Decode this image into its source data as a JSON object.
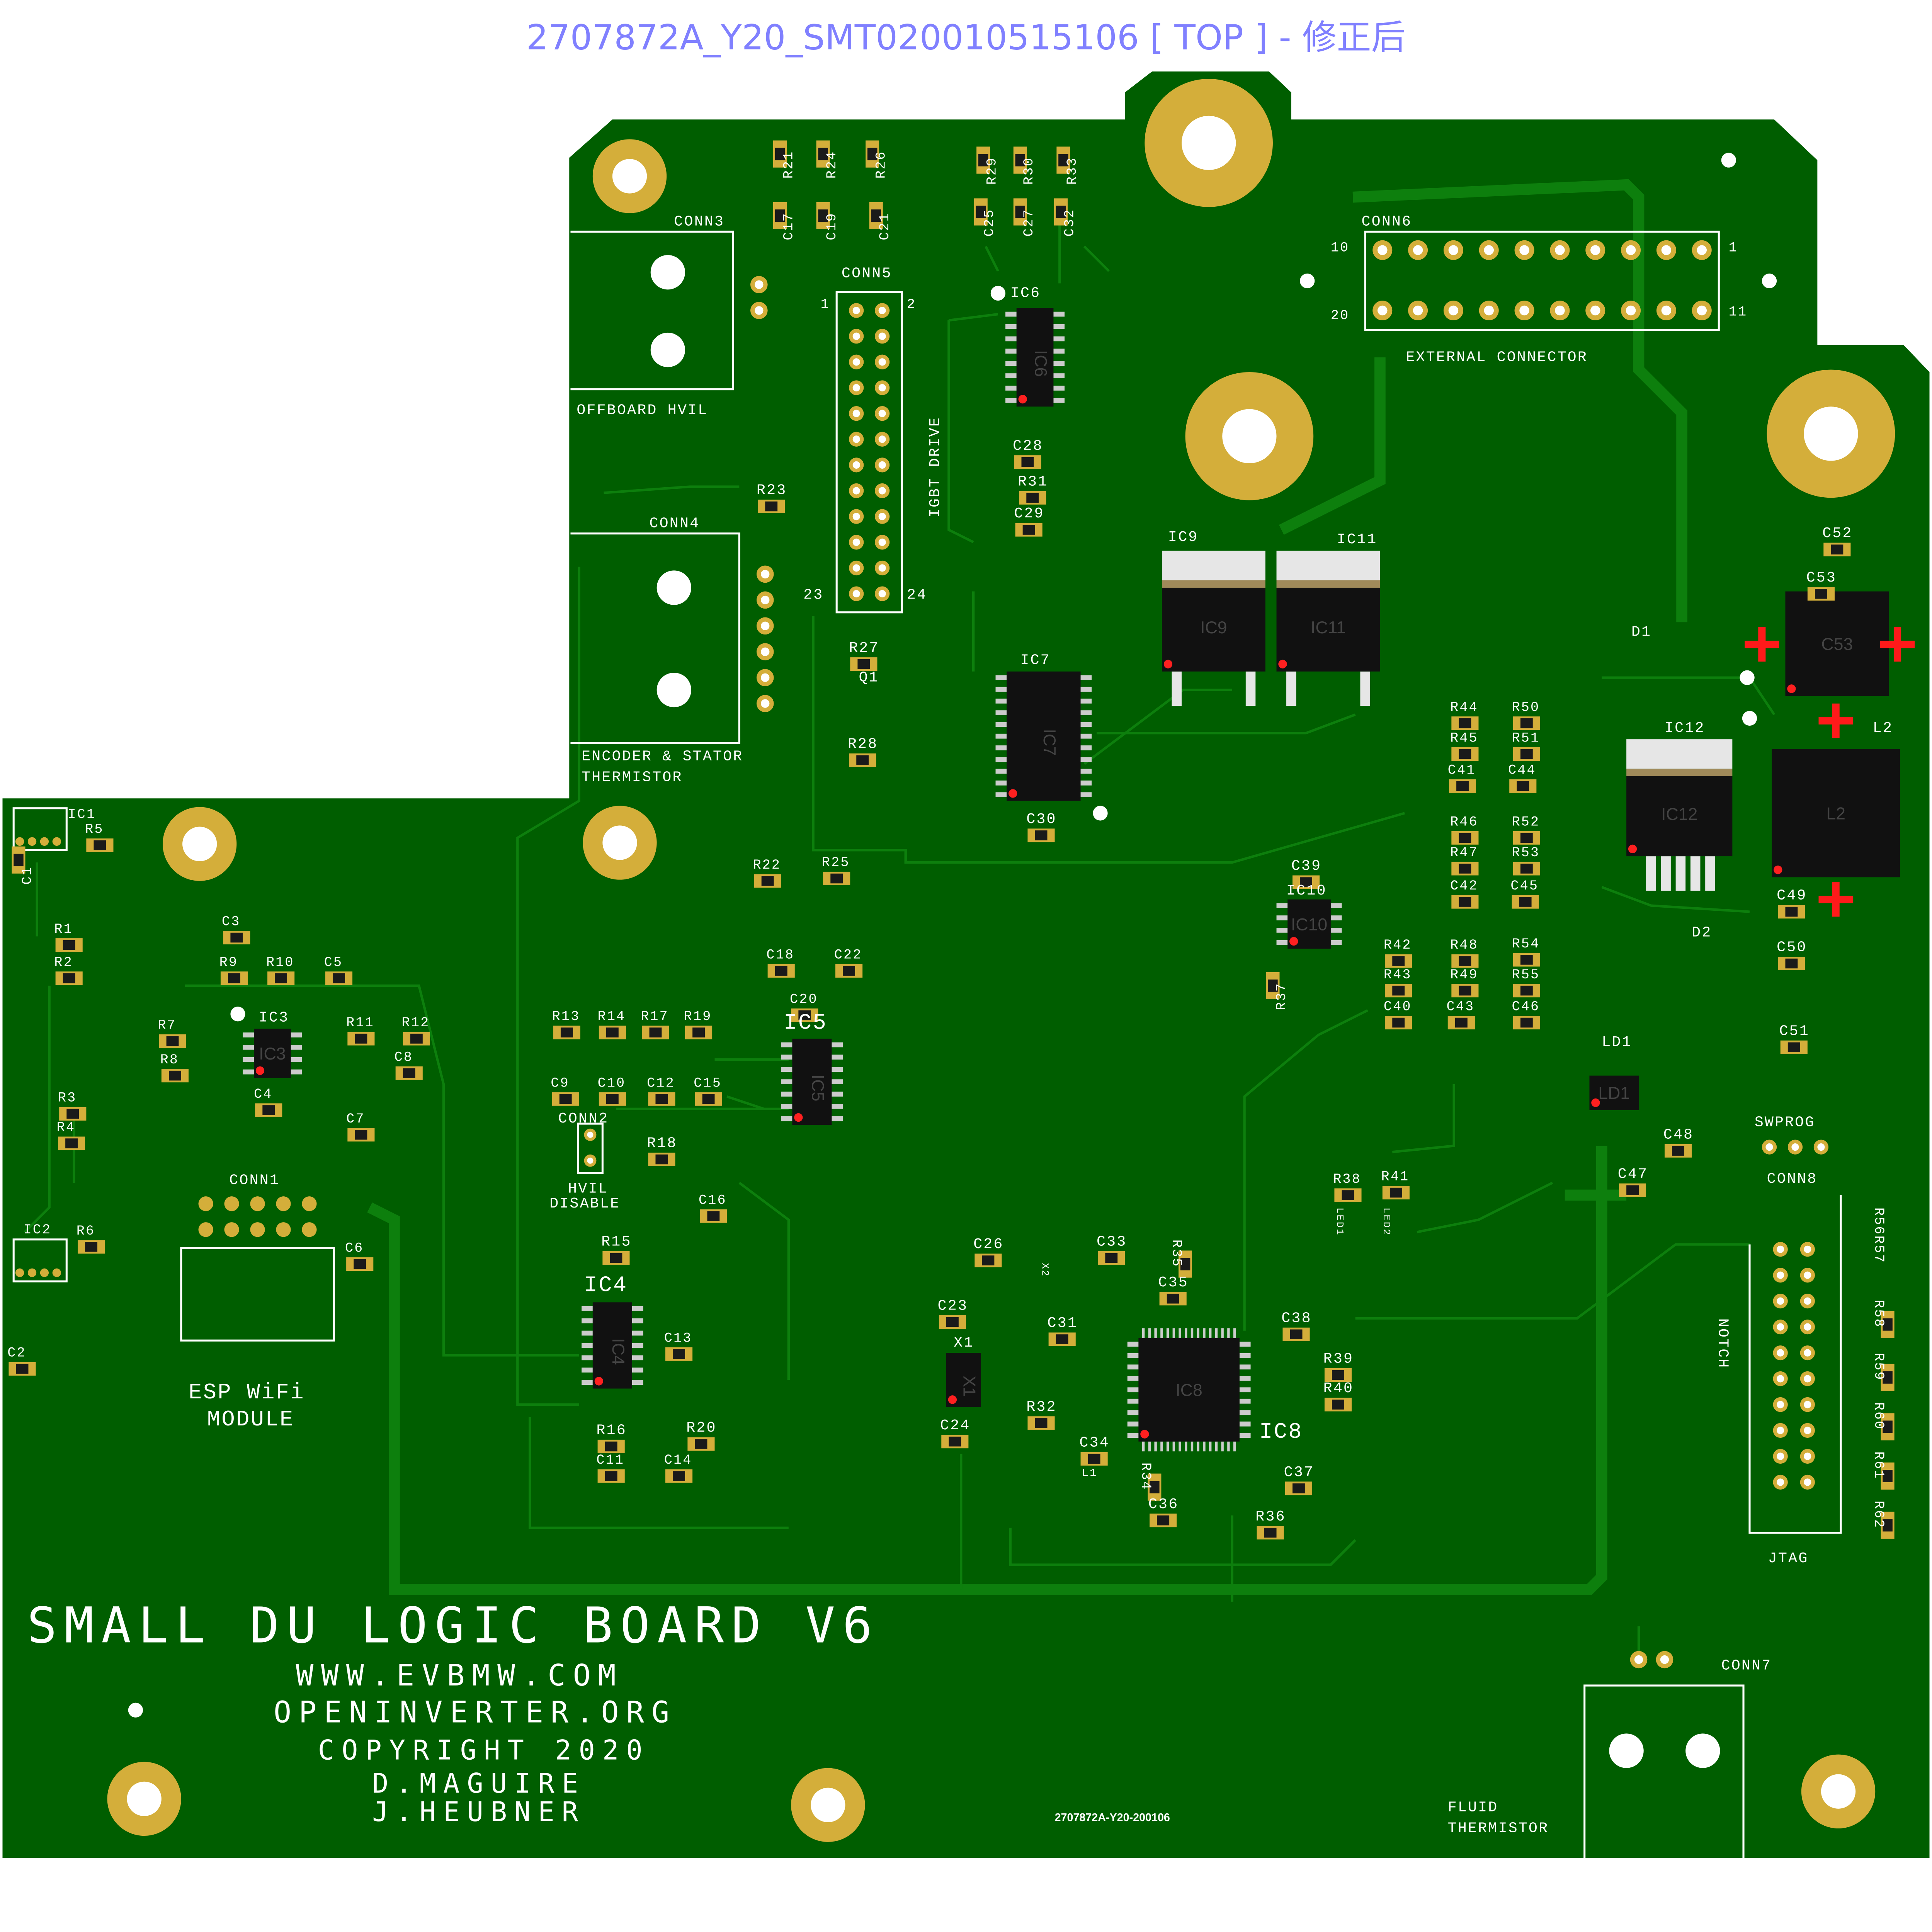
{
  "header": {
    "title": "2707872A_Y20_SMT020010515106 [ TOP ] - 修正后"
  },
  "board": {
    "name": "SMALL DU LOGIC BOARD V6",
    "credits": [
      "WWW.EVBMW.COM",
      "OPENINVERTER.ORG",
      "COPYRIGHT 2020",
      "D.MAGUIRE",
      "J.HEUBNER"
    ],
    "order_code": "2707872A-Y20-200106",
    "colors": {
      "solder_mask": "#005e00",
      "pad": "#d4ae3a",
      "silkscreen": "#ffffff",
      "trace": "#0d7f0d",
      "title": "#8080ff"
    }
  },
  "chip_markings": [
    "IC9",
    "IC11",
    "IC12",
    "L2",
    "C53",
    "IC7",
    "IC8",
    "IC6",
    "IC5",
    "IC4",
    "IC10",
    "IC3",
    "X1",
    "LD1"
  ],
  "silkscreen_labels": [
    "CONN3",
    "OFFBOARD HVIL",
    "CONN5",
    "1",
    "2",
    "23",
    "24",
    "IGBT DRIVE",
    "CONN4",
    "ENCODER & STATOR",
    "THERMISTOR",
    "R21",
    "R24",
    "R26",
    "C17",
    "C19",
    "C21",
    "R29",
    "R30",
    "R33",
    "C25",
    "C27",
    "C32",
    "IC6",
    "C28",
    "R31",
    "C29",
    "R23",
    "CONN6",
    "10",
    "1",
    "20",
    "11",
    "EXTERNAL CONNECTOR",
    "IC9",
    "IC11",
    "IC7",
    "C30",
    "R27",
    "Q1",
    "R28",
    "C52",
    "C53",
    "D1",
    "IC12",
    "L2",
    "R44",
    "R50",
    "R45",
    "R51",
    "C41",
    "C44",
    "R46",
    "R52",
    "R47",
    "R53",
    "C42",
    "C45",
    "C39",
    "IC10",
    "C49",
    "C50",
    "D2",
    "C51",
    "R42",
    "R48",
    "R54",
    "R43",
    "R49",
    "R55",
    "C40",
    "C43",
    "C46",
    "R37",
    "LD1",
    "C48",
    "SWPROG",
    "CONN8",
    "R56R57",
    "R58",
    "R59",
    "R60",
    "R61",
    "R62",
    "NOTCH",
    "JTAG",
    "C47",
    "R38",
    "R41",
    "LED1",
    "LED2",
    "C26",
    "X2",
    "C33",
    "R35",
    "C35",
    "C38",
    "C31",
    "C23",
    "X1",
    "R39",
    "R40",
    "IC8",
    "R32",
    "C24",
    "C34",
    "L1",
    "R34",
    "C37",
    "C36",
    "R36",
    "IC1",
    "R5",
    "C1",
    "R1",
    "R2",
    "C3",
    "R9",
    "R10",
    "C5",
    "R7",
    "R8",
    "IC3",
    "R11",
    "R12",
    "C8",
    "C4",
    "C7",
    "R3",
    "R4",
    "IC2",
    "R6",
    "C2",
    "CONN1",
    "C6",
    "ESP WiFi",
    "MODULE",
    "R22",
    "R25",
    "C18",
    "C22",
    "C20",
    "IC5",
    "R13",
    "R14",
    "R17",
    "R19",
    "C9",
    "C10",
    "C12",
    "C15",
    "CONN2",
    "R18",
    "HVIL",
    "DISABLE",
    "C16",
    "R15",
    "IC4",
    "C13",
    "R16",
    "R20",
    "C11",
    "C14",
    "CONN7",
    "FLUID",
    "THERMISTOR"
  ]
}
